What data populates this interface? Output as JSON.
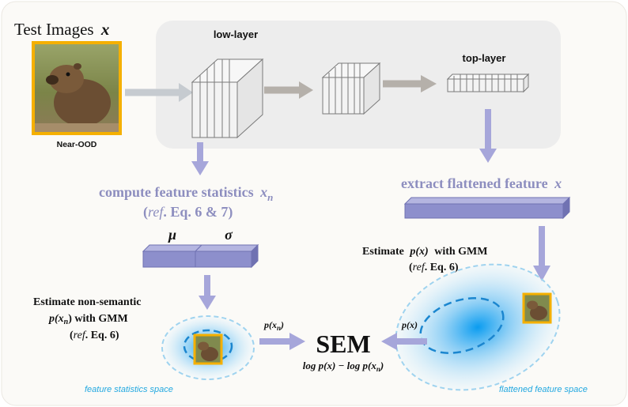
{
  "test_images": {
    "label": "Test Images",
    "symbol": "x"
  },
  "image": {
    "caption": "Near-OOD",
    "subject": "groundhog-photo"
  },
  "network": {
    "low_layer": "low-layer",
    "top_layer": "top-layer"
  },
  "left_branch": {
    "line1_text": "compute feature statistics",
    "line1_symbol": "x",
    "line1_subscript": "n",
    "line2_ref": "ref",
    "line2_rest": ". Eq. 6 & 7)",
    "stat_mu": "μ",
    "stat_sigma": "σ",
    "estimate_line1": "Estimate non-semantic",
    "estimate_line2_p": "p(x",
    "estimate_line2_sub": "n",
    "estimate_line2_rest": ") with GMM",
    "estimate_line3_ref": "ref",
    "estimate_line3_rest": ". Eq. 6)",
    "space_label": "feature statistics space",
    "arrow_label_p": "p(x",
    "arrow_label_sub": "n",
    "arrow_label_close": ")"
  },
  "right_branch": {
    "extract_text": "extract flattened feature",
    "extract_symbol": "x",
    "estimate_line1": "Estimate",
    "estimate_line1_p": "p(x)",
    "estimate_line1_rest": "with GMM",
    "estimate_line2_ref": "ref",
    "estimate_line2_rest": ". Eq. 6)",
    "space_label": "flattened feature space",
    "arrow_label": "p(x)"
  },
  "sem": {
    "title": "SEM",
    "formula_a": "log p(x) − log p(x",
    "formula_sub": "n",
    "formula_close": ")"
  },
  "colors": {
    "arrow": "#a6a6da",
    "box_face": "#8d8fcc",
    "box_top": "#b4b5e0",
    "box_side": "#7072b2",
    "cube_face": "#f3f3f3",
    "cube_stroke": "#7a7a7a",
    "panel": "#ededed",
    "frame": "#fbfaf7",
    "text_dark": "#111111",
    "text_purple": "#8d8ebf",
    "space_label": "#22a8e0",
    "image_border": "#f5b000",
    "blob_center": "#0aa2f0"
  }
}
